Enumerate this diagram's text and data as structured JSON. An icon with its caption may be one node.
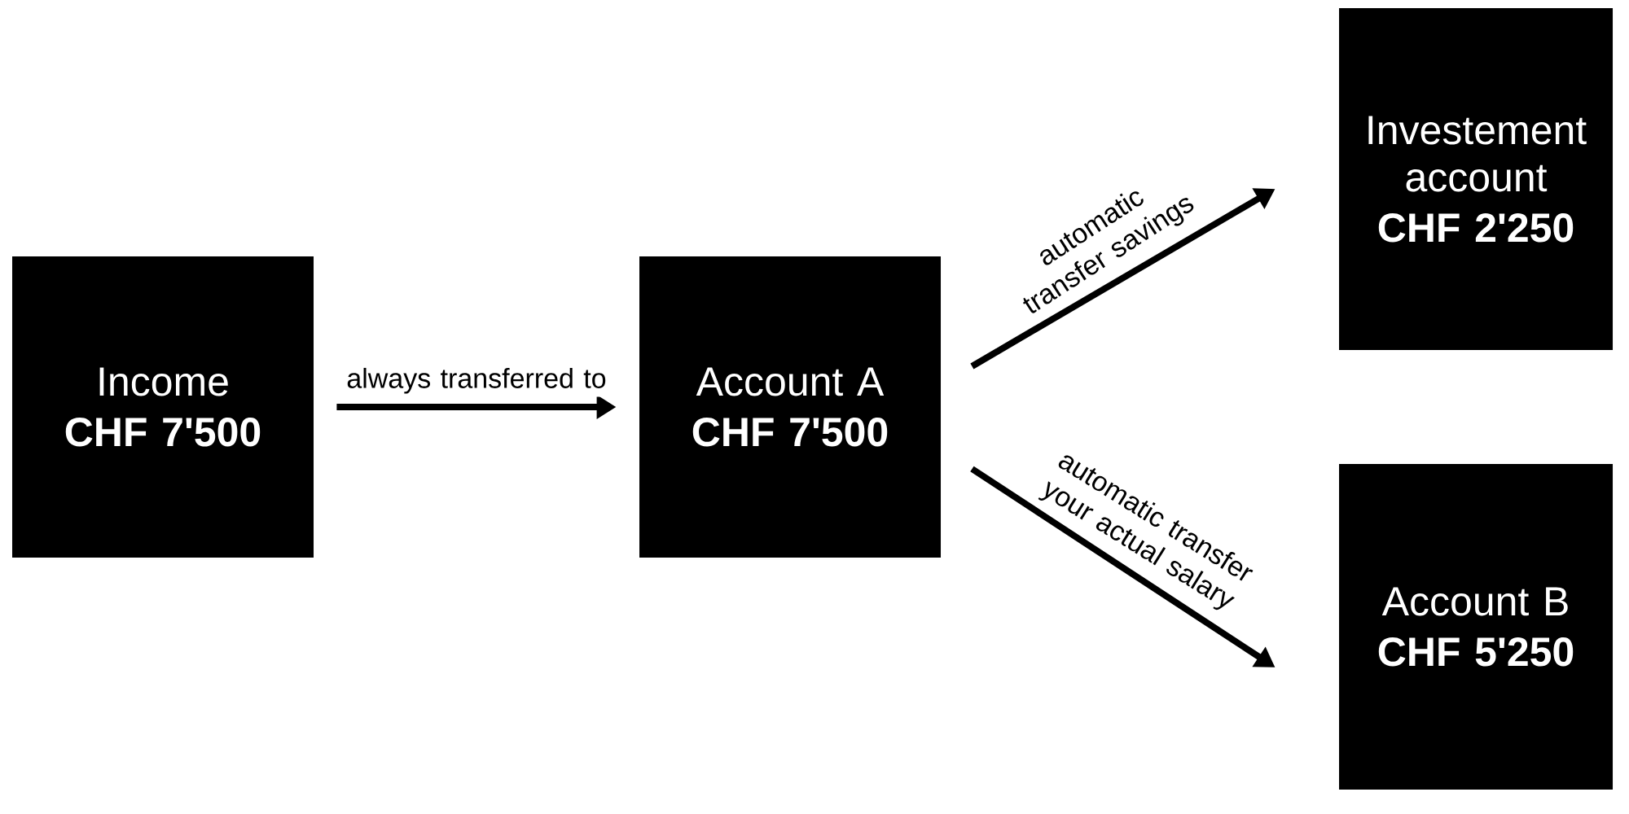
{
  "diagram": {
    "nodes": [
      {
        "text": [
          "Income",
          "CHF 7'500"
        ]
      },
      {
        "text": [
          "Account A",
          "CHF 7'500"
        ]
      },
      {
        "text": [
          "Investement account",
          "CHF 2'250"
        ]
      },
      {
        "text": [
          "Account B",
          "CHF 5'250"
        ]
      }
    ],
    "edges": [
      {
        "from": 0,
        "to": 1,
        "arrow": "to",
        "label": "always transferred to"
      },
      {
        "from": 1,
        "to": 2,
        "arrow": "to",
        "label": "automatic transfer savings"
      },
      {
        "from": 1,
        "to": 3,
        "arrow": "to",
        "label": "automatic transfer your actual salary"
      }
    ]
  }
}
